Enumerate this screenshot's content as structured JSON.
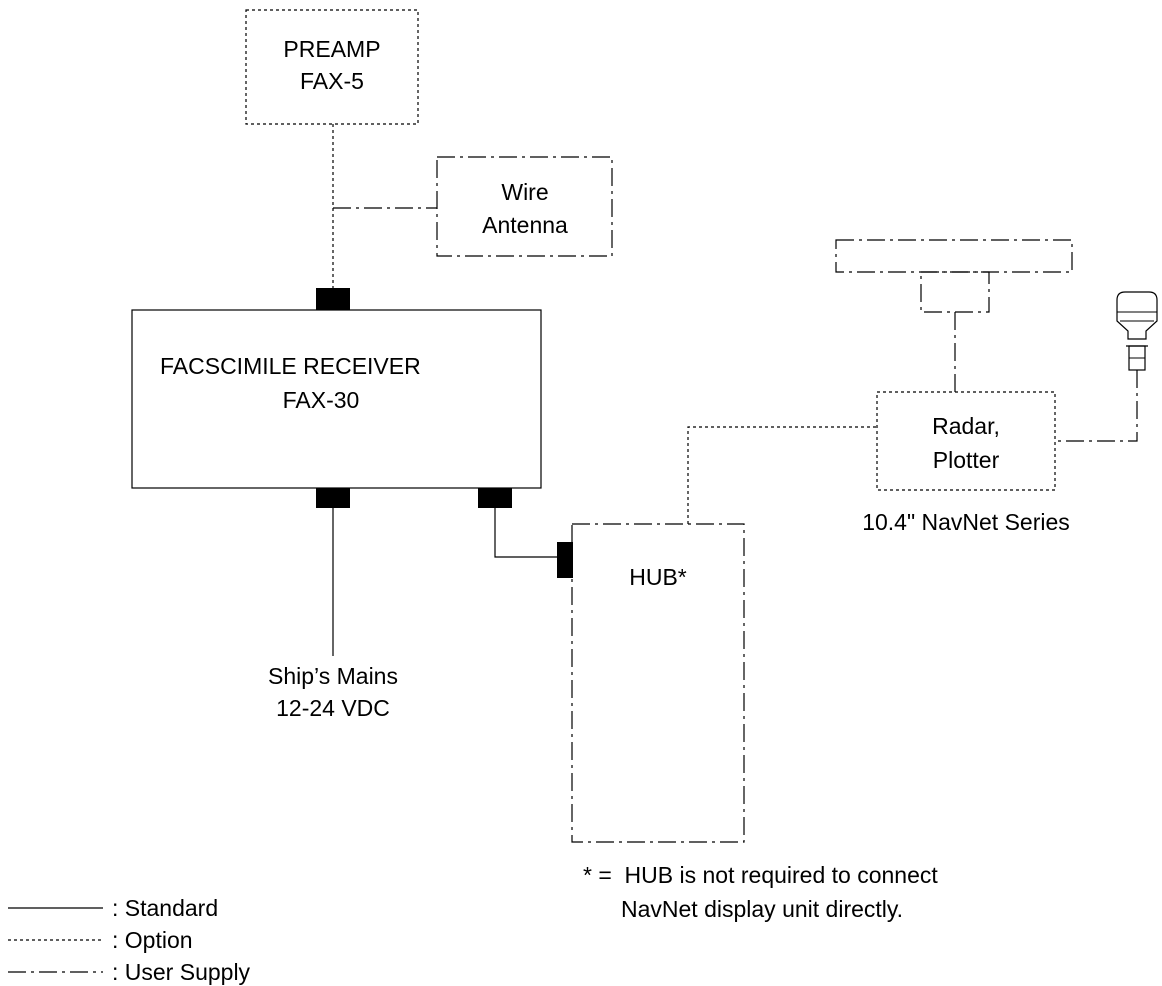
{
  "units": {
    "preamp": {
      "line1": "PREAMP",
      "line2": "FAX-5"
    },
    "wire_antenna": {
      "line1": "Wire",
      "line2": "Antenna"
    },
    "receiver": {
      "line1": "FACSCIMILE RECEIVER",
      "line2": "FAX-30"
    },
    "hub": {
      "label": "HUB*"
    },
    "radar": {
      "line1": "Radar,",
      "line2": "Plotter"
    },
    "navnet_series": "10.4\" NavNet Series"
  },
  "power": {
    "line1": "Ship’s Mains",
    "line2": "12-24 VDC"
  },
  "note": {
    "line1": "* =  HUB is not required to connect",
    "line2": "NavNet display unit directly."
  },
  "legend": {
    "standard": ": Standard",
    "option": ": Option",
    "user_supply": ": User Supply"
  }
}
